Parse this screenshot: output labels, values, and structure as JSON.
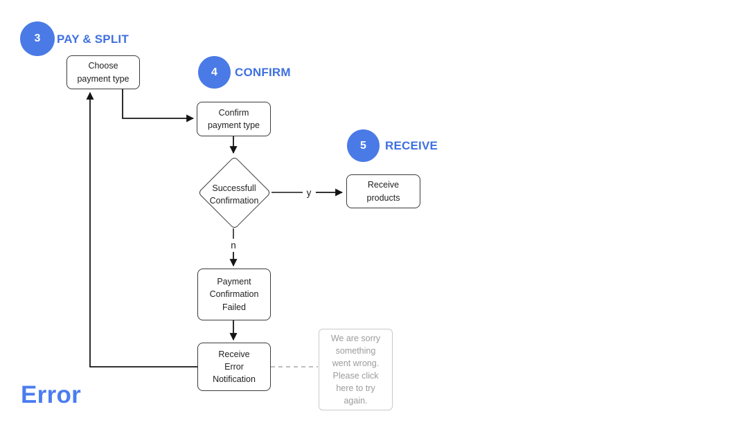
{
  "colors": {
    "circle_fill": "#4a7ae6",
    "step_label_blue": "#3e70e0",
    "error_blue": "#4b7cf0",
    "node_border": "#3a3a3a",
    "connector": "#141414",
    "muted_text": "#9b9b9b",
    "muted_border": "#c9c9c9"
  },
  "steps": [
    {
      "number": "3",
      "label": "PAY & SPLIT"
    },
    {
      "number": "4",
      "label": "CONFIRM"
    },
    {
      "number": "5",
      "label": "RECEIVE"
    }
  ],
  "nodes": {
    "choose_payment_type": "Choose\npayment type",
    "confirm_payment_type": "Confirm\npayment type",
    "successful_confirmation": "Successfull\nConfirmation",
    "receive_products": "Receive\nproducts",
    "payment_confirmation_failed": "Payment\nConfirmation\nFailed",
    "receive_error_notification": "Receive\nError\nNotification"
  },
  "edge_labels": {
    "yes": "y",
    "no": "n"
  },
  "tooltip": {
    "message": "We are sorry\nsomething\nwent wrong.\nPlease click\nhere to try\nagain."
  },
  "footer": {
    "error_label": "Error"
  }
}
